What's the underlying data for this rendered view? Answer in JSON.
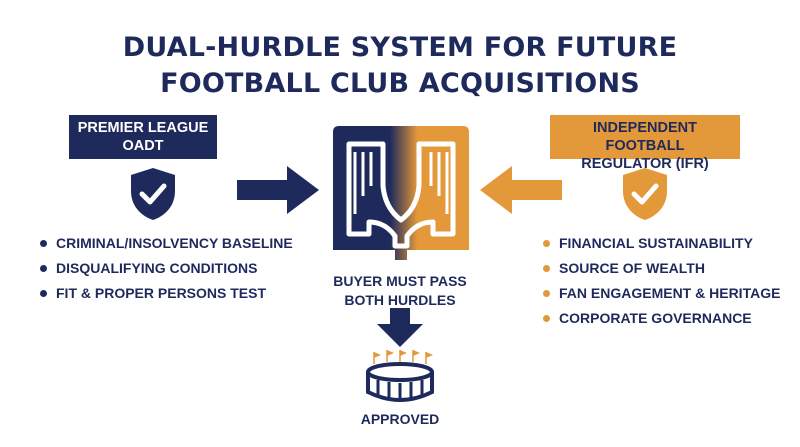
{
  "title": {
    "line1": "DUAL-HURDLE SYSTEM FOR FUTURE",
    "line2": "FOOTBALL CLUB ACQUISITIONS"
  },
  "left": {
    "label_line1": "PREMIER LEAGUE",
    "label_line2": "OADT",
    "items": [
      "CRIMINAL/INSOLVENCY BASELINE",
      "DISQUALIFYING CONDITIONS",
      "FIT & PROPER PERSONS TEST"
    ]
  },
  "right": {
    "label_line1": "INDEPENDENT FOOTBALL",
    "label_line2": "REGULATOR (IFR)",
    "items": [
      "FINANCIAL SUSTAINABILITY",
      "SOURCE OF WEALTH",
      "FAN ENGAGEMENT & HERITAGE",
      "CORPORATE GOVERNANCE"
    ]
  },
  "center": {
    "line1": "BUYER MUST PASS",
    "line2": "BOTH HURDLES"
  },
  "outcome": "APPROVED",
  "icons": {
    "left_shield": "shield-check-icon",
    "right_shield": "shield-check-icon",
    "crest": "club-crest-icon",
    "stadium": "stadium-icon"
  },
  "colors": {
    "navy": "#1f2a5c",
    "orange": "#e3983a"
  }
}
